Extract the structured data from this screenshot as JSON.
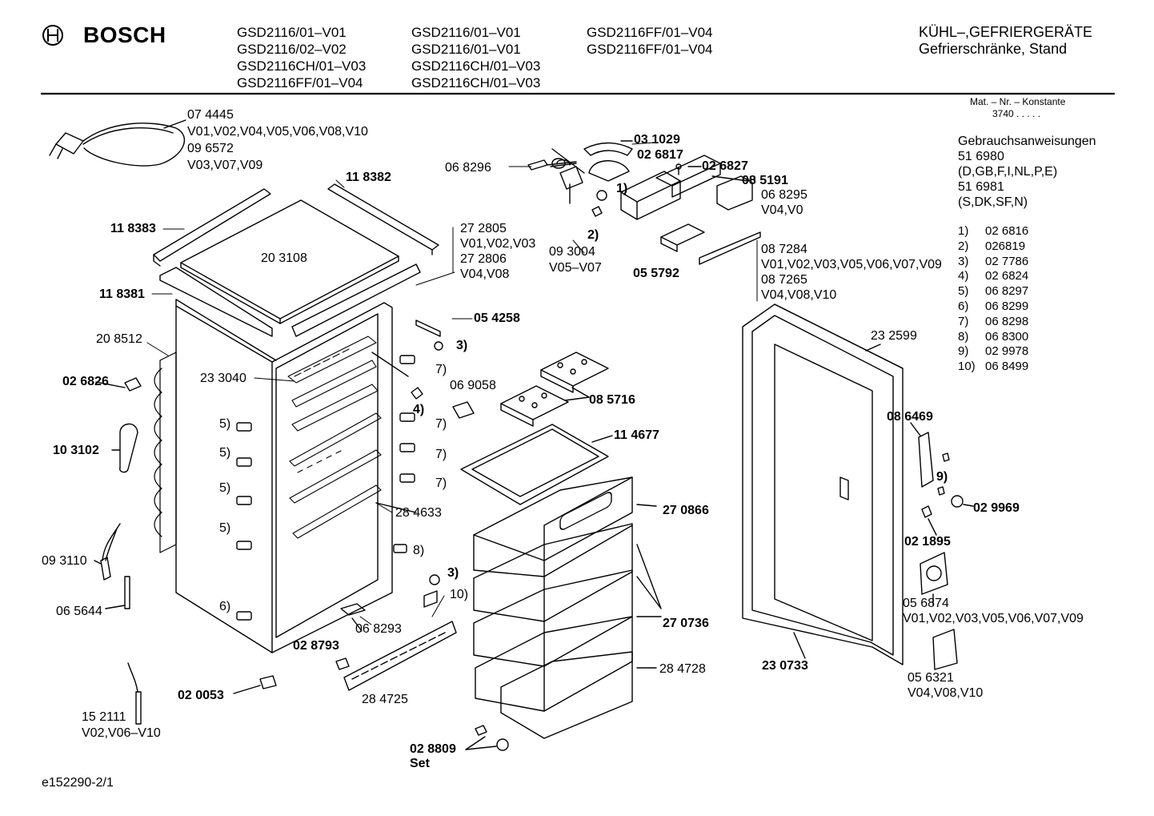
{
  "brand": "BOSCH",
  "models": {
    "col1": [
      "GSD2116/01–V01",
      "GSD2116/02–V02",
      "GSD2116CH/01–V03",
      "GSD2116FF/01–V04"
    ],
    "col2": [
      "GSD2116/01–V01",
      "GSD2116/01–V01",
      "GSD2116CH/01–V03",
      "GSD2116CH/01–V03"
    ],
    "col3": [
      "GSD2116FF/01–V04",
      "GSD2116FF/01–V04"
    ]
  },
  "category": {
    "line1": "KÜHL–,GEFRIERGERÄTE",
    "line2": "Gefrierschränke, Stand"
  },
  "mat_nr": {
    "label": "Mat. – Nr. – Konstante",
    "value": "3740  .  .  .  .  ."
  },
  "manuals": {
    "title": "Gebrauchsanweisungen",
    "lines": [
      "51 6980",
      "(D,GB,F,I,NL,P,E)",
      "51 6981",
      "(S,DK,SF,N)"
    ]
  },
  "footnotes": [
    {
      "num": "1)",
      "part": "02 6816"
    },
    {
      "num": "2)",
      "part": "026819"
    },
    {
      "num": "3)",
      "part": "02 7786"
    },
    {
      "num": "4)",
      "part": "02 6824"
    },
    {
      "num": "5)",
      "part": "06 8297"
    },
    {
      "num": "6)",
      "part": "06 8299"
    },
    {
      "num": "7)",
      "part": "06 8298"
    },
    {
      "num": "8)",
      "part": "06 8300"
    },
    {
      "num": "9)",
      "part": "02 9978"
    },
    {
      "num": "10)",
      "part": "06 8499"
    }
  ],
  "labels": {
    "p074445": "07 4445",
    "v_cable1": "V01,V02,V04,V05,V06,V08,V10",
    "p096572": "09 6572",
    "v_cable2": "V03,V07,V09",
    "p118382": "11 8382",
    "p118383": "11 8383",
    "p203108": "20 3108",
    "p272805": "27 2805",
    "v_top1": "V01,V02,V03",
    "p272806": "27 2806",
    "v_top2": "V04,V08",
    "p118381": "11 8381",
    "p208512": "20 8512",
    "p026826": "02 6826",
    "p103102": "10 3102",
    "p233040": "23 3040",
    "p093110": "09 3110",
    "p065644": "06 5644",
    "p152111": "15 2111",
    "v_sensor": "V02,V06–V10",
    "p020053": "02 0053",
    "p028793": "02 8793",
    "p284725": "28 4725",
    "p068293": "06 8293",
    "p284633": "28 4633",
    "p068296": "06 8296",
    "p031029": "03 1029",
    "p026817": "02 6817",
    "p026827": "02 6827",
    "p085191": "08 5191",
    "p068295": "06 8295",
    "v_lamp": "V04,V0",
    "p093004": "09 3004",
    "v_thermo": "V05–V07",
    "p055792": "05 5792",
    "p087284": "08 7284",
    "v_panel1": "V01,V02,V03,V05,V06,V07,V09",
    "p087265": "08 7265",
    "v_panel2": "V04,V08,V10",
    "p054258": "05 4258",
    "p069058": "06 9058",
    "p085716": "08 5716",
    "p114677": "11 4677",
    "p270866": "27 0866",
    "p270736": "27 0736",
    "p284728": "28 4728",
    "p028809": "02 8809",
    "set": "Set",
    "p232599": "23 2599",
    "p230733": "23 0733",
    "p086469": "08 6469",
    "p029969": "02 9969",
    "p021895": "02 1895",
    "p056874": "05 6874",
    "v_clock": "V01,V02,V03,V05,V06,V07,V09",
    "p056321": "05 6321",
    "v_cover": "V04,V08,V10",
    "doc_id": "e152290-2/1"
  },
  "callouts": {
    "c1": "1)",
    "c2": "2)",
    "c3a": "3)",
    "c3b": "3)",
    "c4": "4)",
    "c5a": "5)",
    "c5b": "5)",
    "c5c": "5)",
    "c5d": "5)",
    "c6": "6)",
    "c7a": "7)",
    "c7b": "7)",
    "c7c": "7)",
    "c7d": "7)",
    "c8": "8)",
    "c9": "9)",
    "c10": "10)"
  }
}
